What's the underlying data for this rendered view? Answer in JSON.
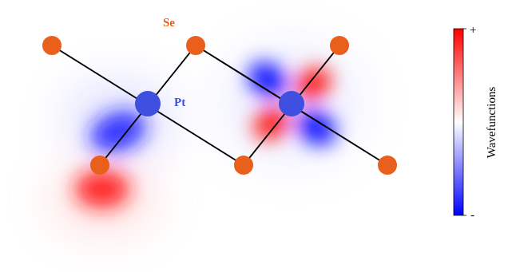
{
  "diagram": {
    "labels": [
      "Se",
      "Pt",
      "+",
      "-"
    ],
    "legend": [
      {
        "text": "Wavefunctions"
      }
    ]
  }
}
